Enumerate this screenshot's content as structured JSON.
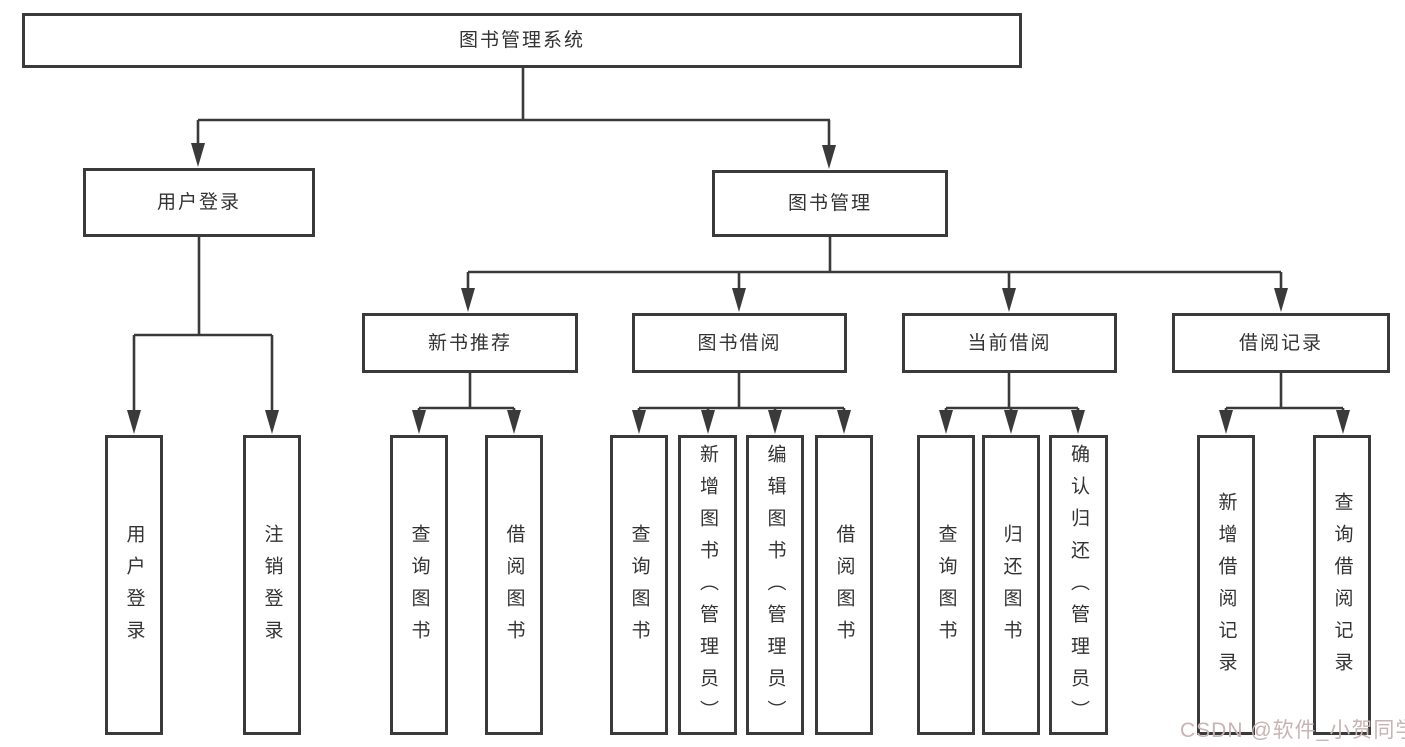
{
  "watermark": {
    "text": "CSDN @软件_小贺同学"
  },
  "colors": {
    "line": "#3a3a3a",
    "text": "#333333",
    "watermark_color": "#c9b3b3",
    "background": "#ffffff"
  },
  "diagram": {
    "type": "org-tree",
    "root": {
      "label": "图书管理系统",
      "children": [
        {
          "label": "用户登录",
          "children": [
            {
              "label": "用户登录"
            },
            {
              "label": "注销登录"
            }
          ]
        },
        {
          "label": "图书管理",
          "children": [
            {
              "label": "新书推荐",
              "children": [
                {
                  "label": "查询图书"
                },
                {
                  "label": "借阅图书"
                }
              ]
            },
            {
              "label": "图书借阅",
              "children": [
                {
                  "label": "查询图书"
                },
                {
                  "label": "新增图书（管理员）"
                },
                {
                  "label": "编辑图书（管理员）"
                },
                {
                  "label": "借阅图书"
                }
              ]
            },
            {
              "label": "当前借阅",
              "children": [
                {
                  "label": "查询图书"
                },
                {
                  "label": "归还图书"
                },
                {
                  "label": "确认归还（管理员）"
                }
              ]
            },
            {
              "label": "借阅记录",
              "children": [
                {
                  "label": "新增借阅记录"
                },
                {
                  "label": "查询借阅记录"
                }
              ]
            }
          ]
        }
      ]
    }
  }
}
